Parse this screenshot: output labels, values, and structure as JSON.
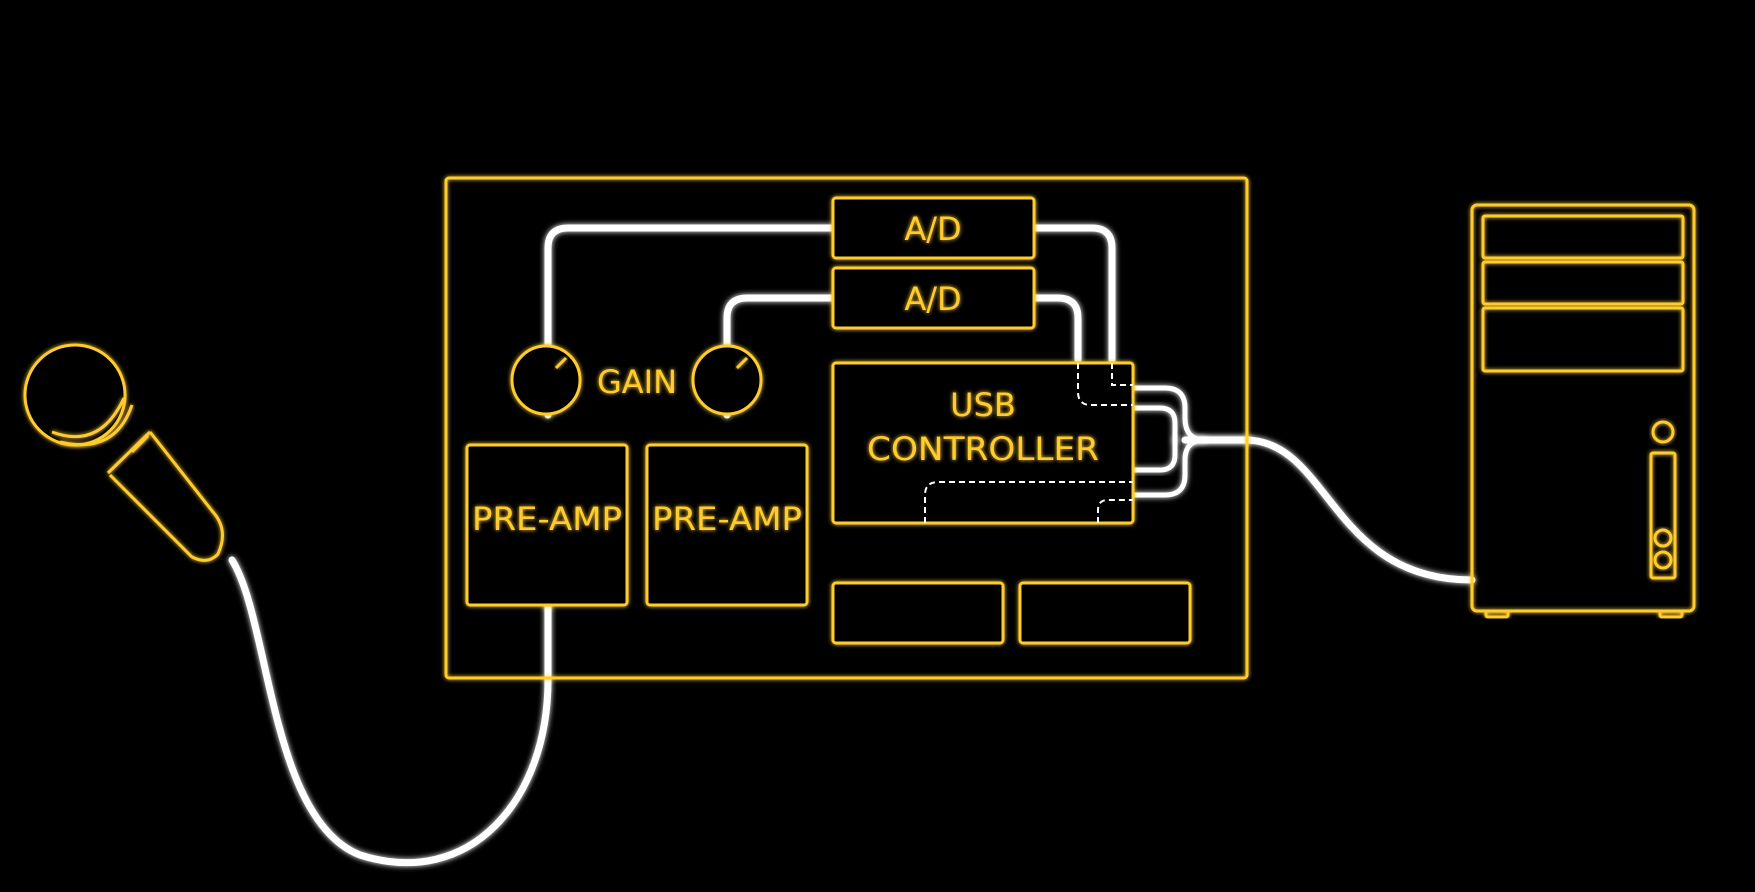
{
  "labels": {
    "ad_top": "A/D",
    "ad_bottom": "A/D",
    "gain": "GAIN",
    "usb_line1": "USB",
    "usb_line2": "CONTROLLER",
    "preamp_left": "PRE-AMP",
    "preamp_right": "PRE-AMP"
  },
  "colors": {
    "background": "#000000",
    "outline": "#ffcc2e",
    "signal": "#ffffff"
  },
  "icons": {
    "input_device": "microphone-icon",
    "output_device": "computer-tower-icon",
    "control": "gain-knob-icon"
  }
}
